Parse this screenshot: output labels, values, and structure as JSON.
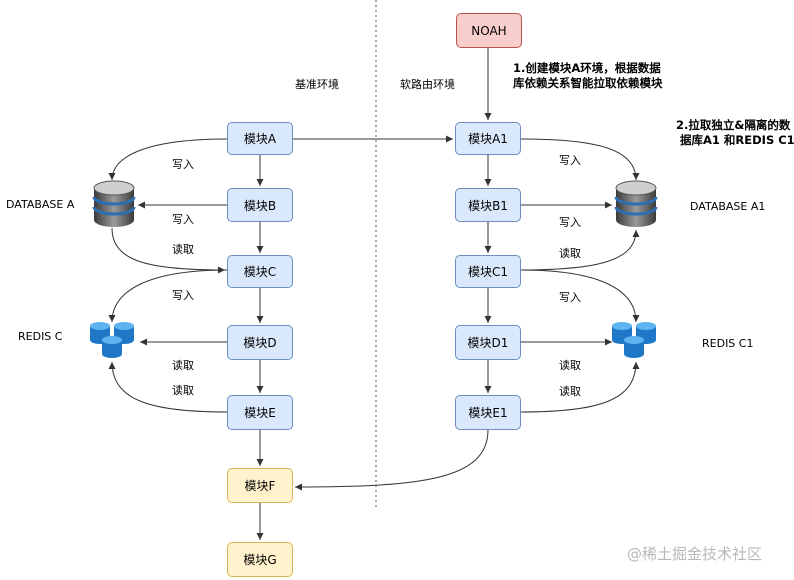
{
  "sections": {
    "left": "基准环境",
    "right": "软路由环境"
  },
  "nodes": {
    "noah": "NOAH",
    "a": "模块A",
    "b": "模块B",
    "c": "模块C",
    "d": "模块D",
    "e": "模块E",
    "f": "模块F",
    "g": "模块G",
    "a1": "模块A1",
    "b1": "模块B1",
    "c1": "模块C1",
    "d1": "模块D1",
    "e1": "模块E1"
  },
  "stores": {
    "db_left": "DATABASE A",
    "db_right": "DATABASE A1",
    "redis_left": "REDIS C",
    "redis_right": "REDIS C1"
  },
  "notes": {
    "step1_line1": "1.创建模块A环境，根据数据",
    "step1_line2": "库依赖关系智能拉取依赖模块",
    "step2_line1": "2.拉取独立&隔离的数",
    "step2_line2": "据库A1 和REDIS C1"
  },
  "edges": {
    "write": "写入",
    "read": "读取"
  },
  "watermark": "@稀土掘金技术社区",
  "colors": {
    "blue_fill": "#dae8fc",
    "blue_stroke": "#6c8ebf",
    "yellow_fill": "#fff2cc",
    "yellow_stroke": "#d6b656",
    "red_fill": "#f8cecc",
    "red_stroke": "#b85450",
    "redis_blue": "#1f77c8"
  },
  "icons": [
    "database-icon",
    "redis-cluster-icon"
  ]
}
